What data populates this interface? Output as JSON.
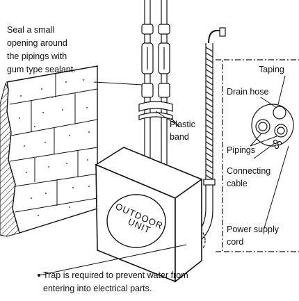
{
  "labels": {
    "seal_line1": "Seal a small",
    "seal_line2": "opening around",
    "seal_line3": "the pipings with",
    "seal_line4": "gum type sealant.",
    "plastic_band_line1": "Plastic",
    "plastic_band_line2": "band",
    "taping": "Taping",
    "drain_hose": "Drain hose",
    "pipings": "Pipings",
    "connecting_cable_line1": "Connecting",
    "connecting_cable_line2": "cable",
    "power_supply_line1": "Power supply",
    "power_supply_line2": "cord",
    "unit_line1": "OUTDOOR",
    "unit_line2": "UNIT",
    "trap_line1": "Trap is required to prevent water from",
    "trap_line2": "entering into electrical parts."
  }
}
